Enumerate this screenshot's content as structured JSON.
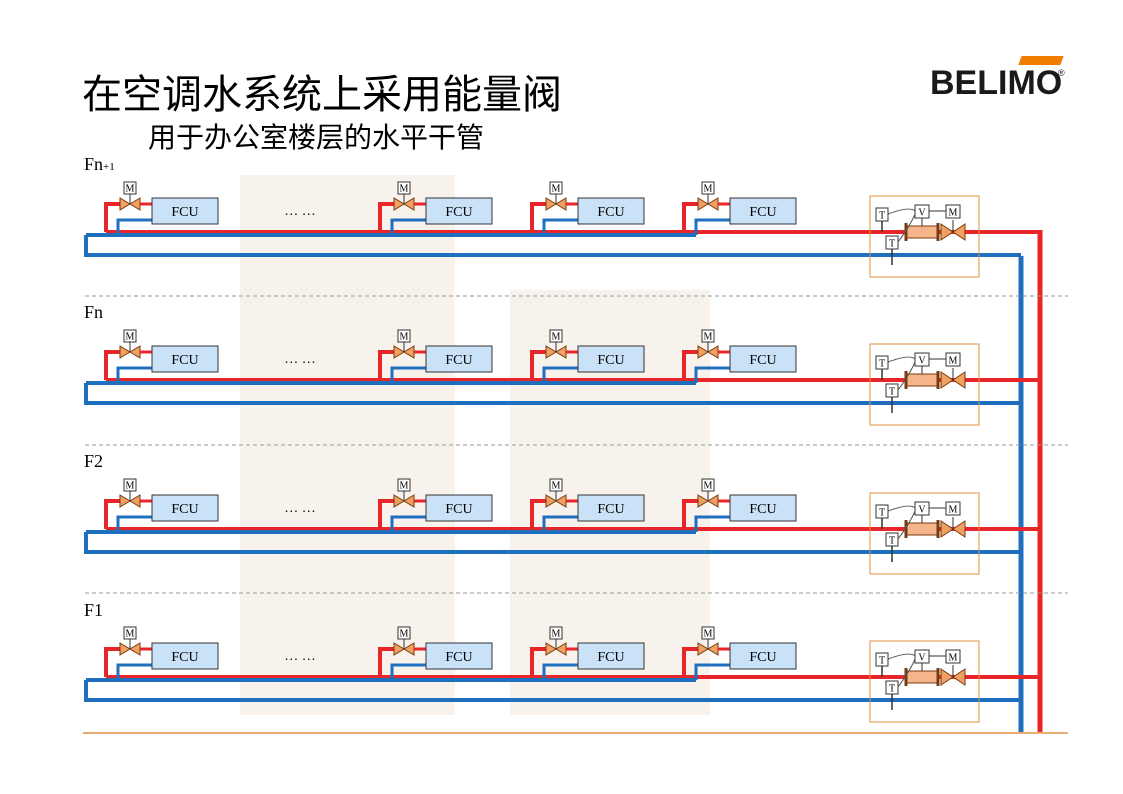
{
  "title": "在空调水系统上采用能量阀",
  "subtitle": "用于办公室楼层的水平干管",
  "logo": {
    "text": "BELIMO",
    "reg": "®",
    "accent_color": "#f07d00"
  },
  "floors": [
    {
      "id": "fn1",
      "label_main": "Fn",
      "label_sub": "+1"
    },
    {
      "id": "fn",
      "label_main": "Fn",
      "label_sub": ""
    },
    {
      "id": "f2",
      "label_main": "F2",
      "label_sub": ""
    },
    {
      "id": "f1",
      "label_main": "F1",
      "label_sub": ""
    }
  ],
  "unit_label": "FCU",
  "actuator_label": "M",
  "ellipsis": "…  …",
  "energy_valve": {
    "temp_label": "T",
    "flow_label": "V",
    "motor_label": "M"
  },
  "colors": {
    "supply": "#e8262a",
    "return": "#1f6fbf",
    "fcu_fill": "#c9e2f7",
    "valve": "#f0a060",
    "box_border": "#e09040",
    "divider": "#999999"
  }
}
